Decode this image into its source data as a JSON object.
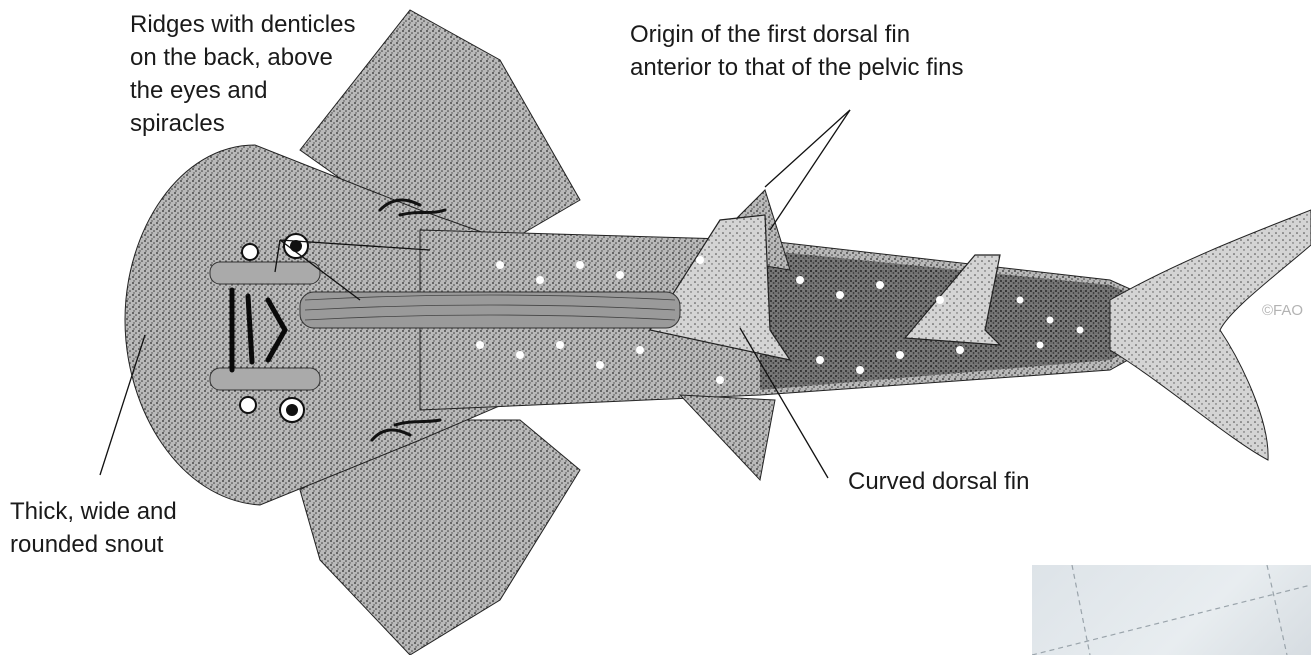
{
  "labels": {
    "ridges": "Ridges with denticles\non the back, above\nthe eyes and\nspiracles",
    "first_dorsal": "Origin of the first dorsal fin\nanterior to that of the pelvic fins",
    "curved_fin": "Curved dorsal fin",
    "snout": "Thick, wide and\nrounded snout"
  },
  "credit": "©FAO",
  "colors": {
    "ink": "#1a1a1a",
    "body_stipple": "#8a8a8a",
    "spots": "#ffffff",
    "photo": "#dde3e8"
  }
}
